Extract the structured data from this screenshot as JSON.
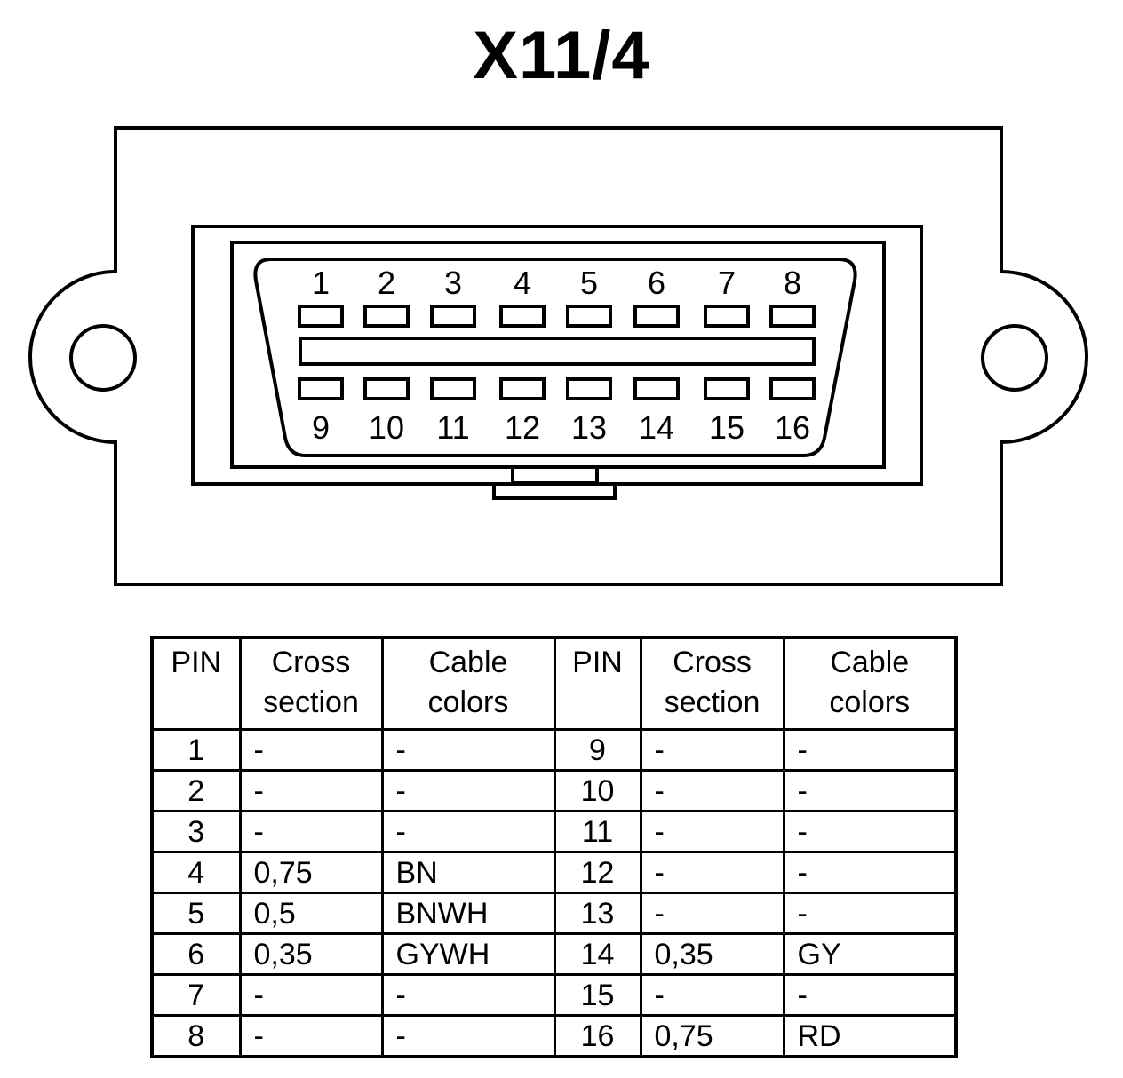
{
  "title": "X11/4",
  "connector": {
    "top_row_pins": [
      "1",
      "2",
      "3",
      "4",
      "5",
      "6",
      "7",
      "8"
    ],
    "bottom_row_pins": [
      "9",
      "10",
      "11",
      "12",
      "13",
      "14",
      "15",
      "16"
    ]
  },
  "table": {
    "headers": {
      "pin": "PIN",
      "cross_line1": "Cross",
      "cross_line2": "section",
      "cable_line1": "Cable",
      "cable_line2": "colors"
    },
    "rows": [
      {
        "left": {
          "pin": "1",
          "cross": "-",
          "color": "-"
        },
        "right": {
          "pin": "9",
          "cross": "-",
          "color": "-"
        }
      },
      {
        "left": {
          "pin": "2",
          "cross": "-",
          "color": "-"
        },
        "right": {
          "pin": "10",
          "cross": "-",
          "color": "-"
        }
      },
      {
        "left": {
          "pin": "3",
          "cross": "-",
          "color": "-"
        },
        "right": {
          "pin": "11",
          "cross": "-",
          "color": "-"
        }
      },
      {
        "left": {
          "pin": "4",
          "cross": "0,75",
          "color": "BN"
        },
        "right": {
          "pin": "12",
          "cross": "-",
          "color": "-"
        }
      },
      {
        "left": {
          "pin": "5",
          "cross": "0,5",
          "color": "BNWH"
        },
        "right": {
          "pin": "13",
          "cross": "-",
          "color": "-"
        }
      },
      {
        "left": {
          "pin": "6",
          "cross": "0,35",
          "color": "GYWH"
        },
        "right": {
          "pin": "14",
          "cross": "0,35",
          "color": "GY"
        }
      },
      {
        "left": {
          "pin": "7",
          "cross": "-",
          "color": "-"
        },
        "right": {
          "pin": "15",
          "cross": "-",
          "color": "-"
        }
      },
      {
        "left": {
          "pin": "8",
          "cross": "-",
          "color": "-"
        },
        "right": {
          "pin": "16",
          "cross": "0,75",
          "color": "RD"
        }
      }
    ]
  }
}
